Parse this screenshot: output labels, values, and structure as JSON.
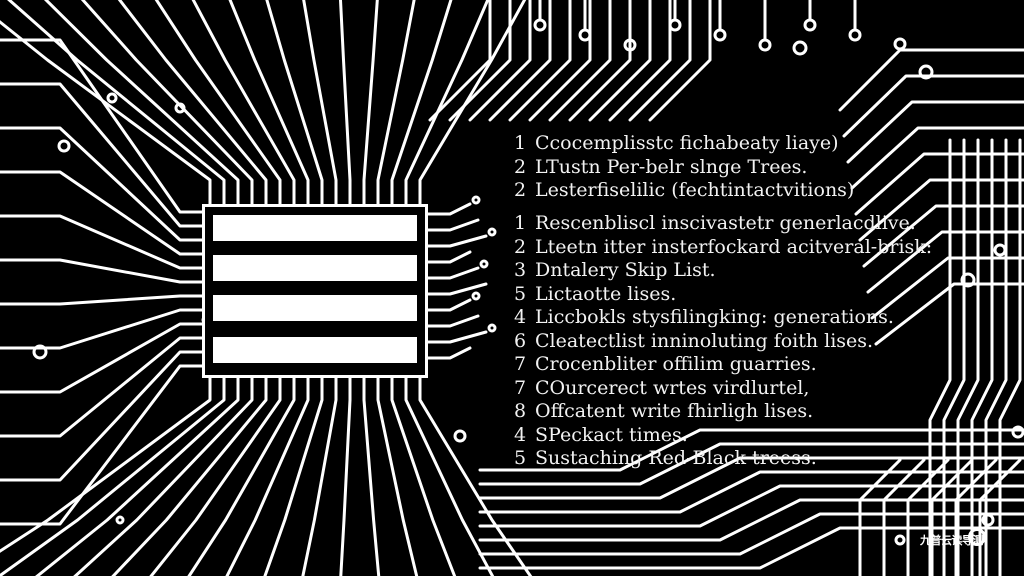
{
  "list_top": [
    {
      "num": "1",
      "text": "Ccocemplisstc fichabeaty liaye)"
    },
    {
      "num": "2",
      "text": "LTustn Per-belr slnge Trees."
    },
    {
      "num": "2",
      "text": "Lesterfiselilic (fechtintactvitions)"
    }
  ],
  "list_main": [
    {
      "num": "1",
      "text": "Rescenbliscl inscivastetr generlacdlive."
    },
    {
      "num": "2",
      "text": "Lteetn itter insterfockard acitveral-brisk:"
    },
    {
      "num": "3",
      "text": "Dntalery Skip List."
    },
    {
      "num": "5",
      "text": "Lictaotte lises."
    },
    {
      "num": "4",
      "text": "Liccbokls stysfilingking: generations."
    },
    {
      "num": "6",
      "text": "Cleatectlist inninoluting foith lises."
    },
    {
      "num": "7",
      "text": "Crocenbliter offilim guarries."
    },
    {
      "num": "7",
      "text": "COurcerect wrtes virdlurtel,"
    },
    {
      "num": "8",
      "text": "Offcatent write fhirligh lises."
    },
    {
      "num": "4",
      "text": "SPeckact times."
    },
    {
      "num": "5",
      "text": "Sustaching Red-Black treess."
    }
  ],
  "watermark": "九普云读导测",
  "colors": {
    "background": "#000000",
    "trace": "#ffffff",
    "via": "#9fb8c8",
    "text": "#f2f2f2"
  }
}
